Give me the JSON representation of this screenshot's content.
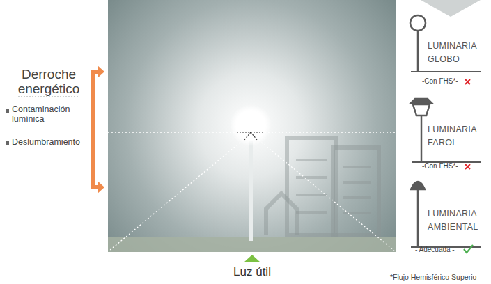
{
  "diagram": {
    "labels": [
      "Derroche energético",
      "Contaminación lumínica",
      "Deslumbramiento",
      "Luz útil",
      "LUMINARIA GLOBO",
      "-Con FHS*-",
      "LUMINARIA FAROL",
      "-Con FHS*-",
      "LUMINARIA AMBIENTAL",
      "- Adecuada -",
      "*Flujo Hemisférico Superio"
    ]
  }
}
